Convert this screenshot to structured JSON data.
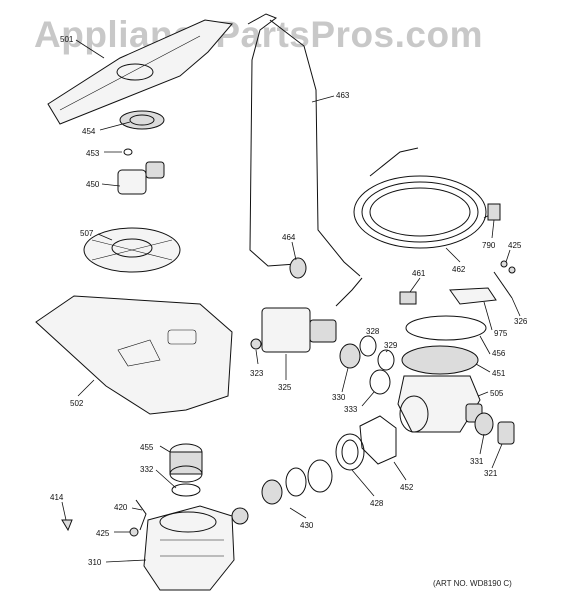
{
  "watermark": "AppliancePartsPros.com",
  "art_number": "(ART NO. WD8190 C)",
  "callouts": [
    "501",
    "454",
    "453",
    "450",
    "507",
    "463",
    "464",
    "790",
    "425",
    "461",
    "462",
    "975",
    "326",
    "328",
    "329",
    "456",
    "323",
    "325",
    "330",
    "451",
    "505",
    "502",
    "333",
    "331",
    "321",
    "455",
    "332",
    "452",
    "428",
    "414",
    "420",
    "430",
    "425",
    "310"
  ]
}
